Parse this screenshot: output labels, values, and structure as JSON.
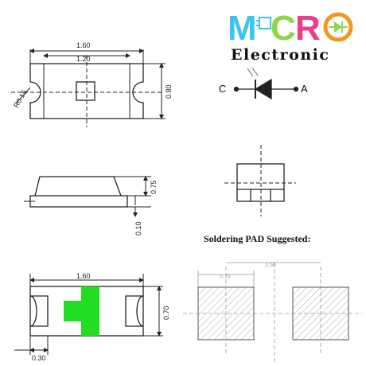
{
  "brand": {
    "logo_letters": [
      "M",
      "C",
      "R",
      "O"
    ],
    "logo_colors": [
      "#3cc3f0",
      "#8fd44a",
      "#e83e8c",
      "#f7941d"
    ],
    "tagline": "Electronic"
  },
  "top_view": {
    "overall_width": "1.60",
    "inner_width": "1.20",
    "height": "0.80",
    "corner_radius": "R0.15"
  },
  "symbol": {
    "cathode_label": "C",
    "anode_label": "A"
  },
  "side_view": {
    "height": "0.75",
    "base_thickness": "0.10"
  },
  "bottom_view": {
    "width": "1.60",
    "height": "0.70",
    "pad_width": "0.30",
    "polarity_color": "#22dd22"
  },
  "solder_pad": {
    "title": "Soldering PAD Suggested:",
    "pad_size": "0.70",
    "pitch": "1.50"
  }
}
